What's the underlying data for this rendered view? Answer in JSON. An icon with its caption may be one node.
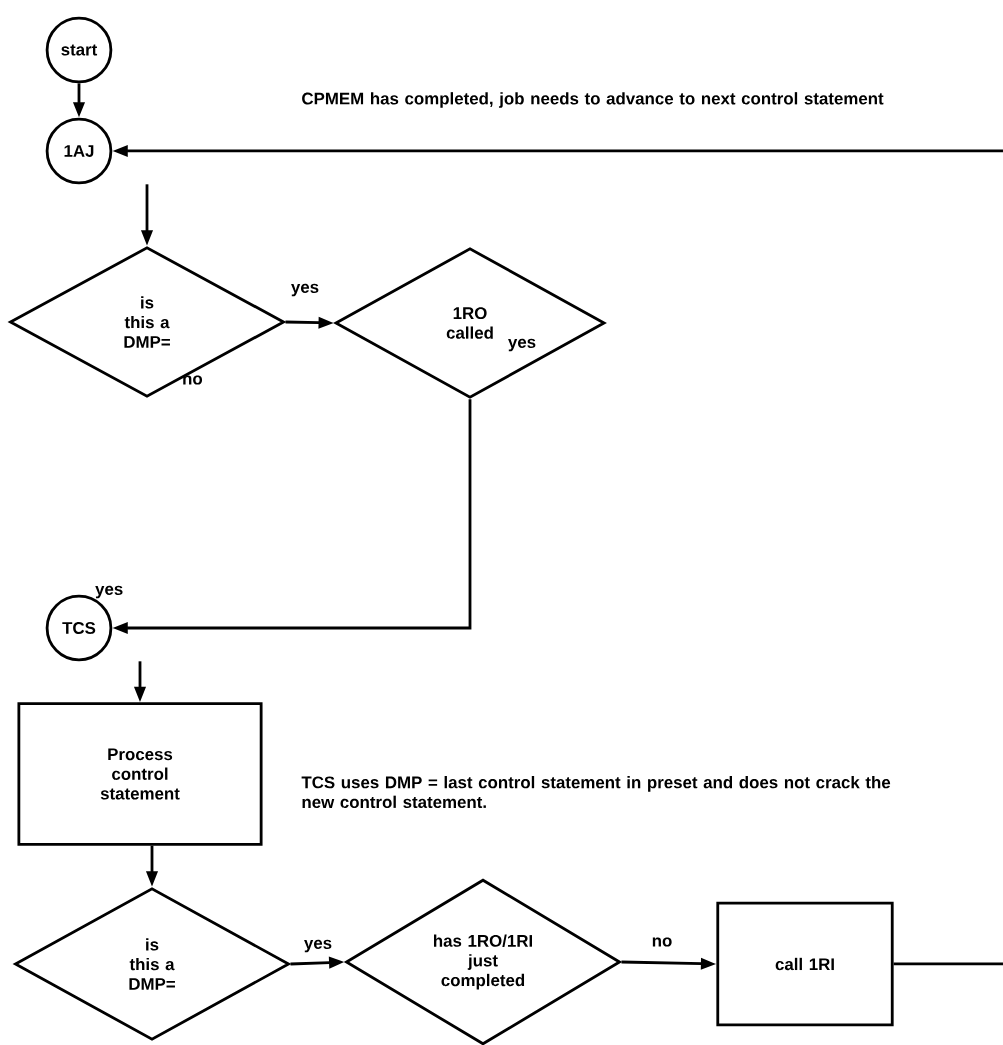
{
  "diagram": {
    "nodes": [
      {
        "text": [
          "start"
        ]
      },
      {
        "text": [
          "1AJ"
        ]
      },
      {
        "text": [
          "is this a DMP="
        ]
      },
      {
        "text": [
          "1RO called"
        ]
      },
      {
        "text": [
          "TCS"
        ]
      },
      {
        "text": [
          "Process control statement"
        ]
      },
      {
        "text": [
          "is this a DMP="
        ]
      },
      {
        "text": [
          "has 1RO/1RI just completed"
        ]
      },
      {
        "text": [
          "call 1RI"
        ]
      }
    ],
    "edges": [
      {
        "from": 0,
        "to": 1,
        "arrow": "to"
      },
      {
        "from": 1,
        "to": 2,
        "arrow": "to"
      },
      {
        "from": 2,
        "to": 3,
        "arrow": "to",
        "label": "yes"
      },
      {
        "from": 3,
        "to": 4,
        "arrow": "to",
        "label": "yes"
      },
      {
        "from": 4,
        "to": 5,
        "arrow": "to"
      },
      {
        "from": 5,
        "to": 6,
        "arrow": "to"
      },
      {
        "from": 6,
        "to": 7,
        "arrow": "to",
        "label": "yes"
      },
      {
        "from": 7,
        "to": 8,
        "arrow": "to",
        "label": "no"
      },
      {
        "from": 8,
        "to": null,
        "arrow": "none"
      },
      {
        "from": null,
        "to": 1,
        "arrow": "to"
      }
    ],
    "labels": [
      "CPMEM has completed, job needs to advance to next control statement",
      "no",
      "yes",
      "TCS uses DMP = last control statement in preset and does not crack the new control statement."
    ]
  }
}
